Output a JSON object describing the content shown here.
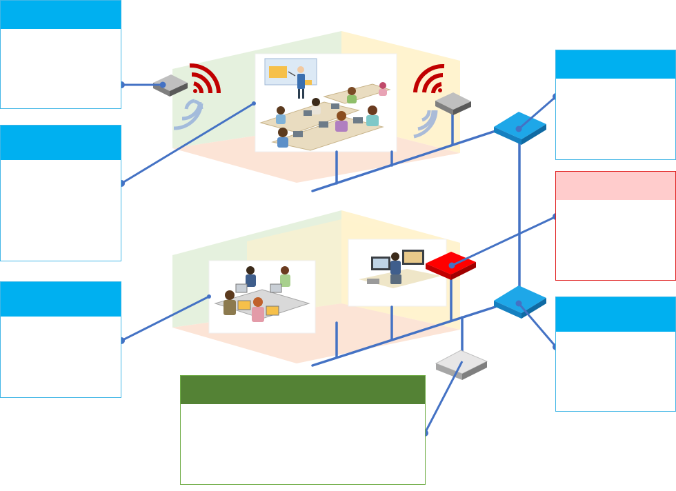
{
  "callouts": {
    "left_top": {
      "title": "",
      "body": ""
    },
    "left_middle": {
      "title": "",
      "body": ""
    },
    "left_bottom": {
      "title": "",
      "body": ""
    },
    "right_top": {
      "title": "",
      "body": ""
    },
    "right_middle": {
      "title": "",
      "body": ""
    },
    "right_bottom": {
      "title": "",
      "body": ""
    },
    "bottom_center": {
      "title": "",
      "body": ""
    }
  },
  "colors": {
    "header_blue": "#00B0F0",
    "header_pink": "#FFCCCC",
    "header_green": "#548235",
    "connector_line": "#4472C4",
    "wifi_red": "#C00000",
    "wifi_blue": "#8EA9DB",
    "switch_blue": "#1EA7E8",
    "switch_red": "#FF0000",
    "switch_grey": "#D9D9D9",
    "wall_green": "#E2EFDA",
    "wall_yellow": "#FFF2CC",
    "floor_peach": "#FCE4D6"
  },
  "icons": {
    "access_point": "wireless-access-point-icon",
    "wifi": "wifi-signal-icon",
    "switch": "network-switch-icon",
    "classroom": "classroom-illustration",
    "office": "office-illustration",
    "monitoring": "monitoring-room-illustration"
  }
}
